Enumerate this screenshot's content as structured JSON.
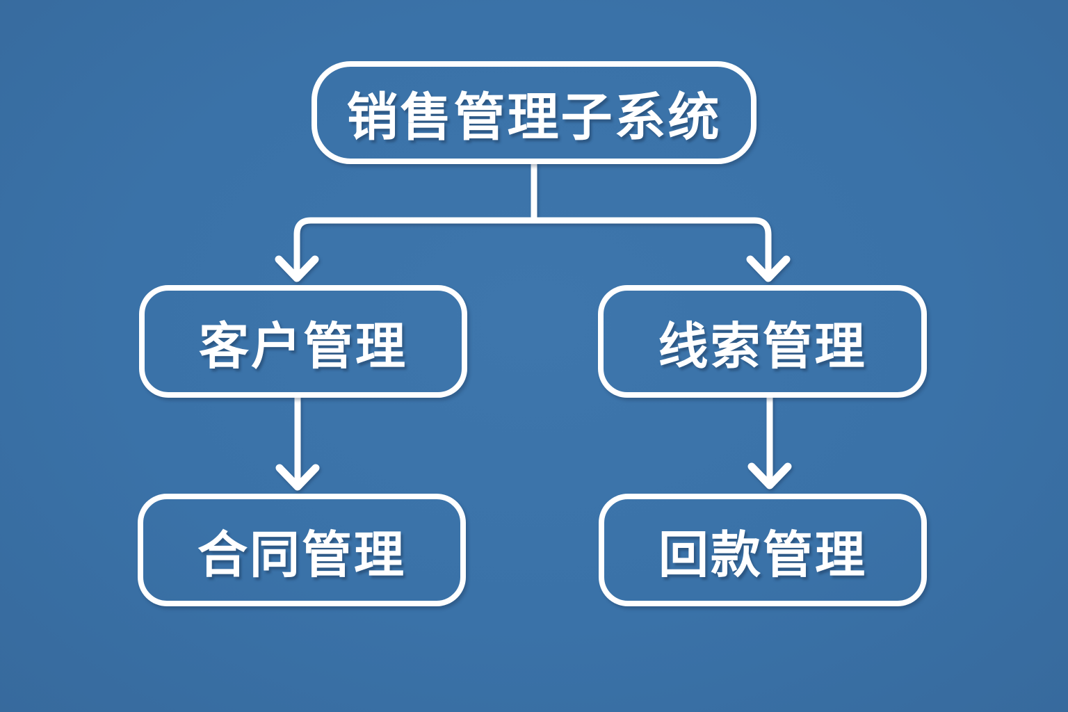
{
  "canvas": {
    "background_color": "#3a72a8",
    "stroke_color": "#ffffff",
    "text_color": "#ffffff"
  },
  "diagram": {
    "type": "org-chart",
    "nodes": {
      "root": {
        "label": "销售管理子系统"
      },
      "customer": {
        "label": "客户管理"
      },
      "lead": {
        "label": "线索管理"
      },
      "contract": {
        "label": "合同管理"
      },
      "payment": {
        "label": "回款管理"
      }
    },
    "edges": [
      {
        "from": "root",
        "to": "customer"
      },
      {
        "from": "root",
        "to": "lead"
      },
      {
        "from": "customer",
        "to": "contract"
      },
      {
        "from": "lead",
        "to": "payment"
      }
    ]
  }
}
